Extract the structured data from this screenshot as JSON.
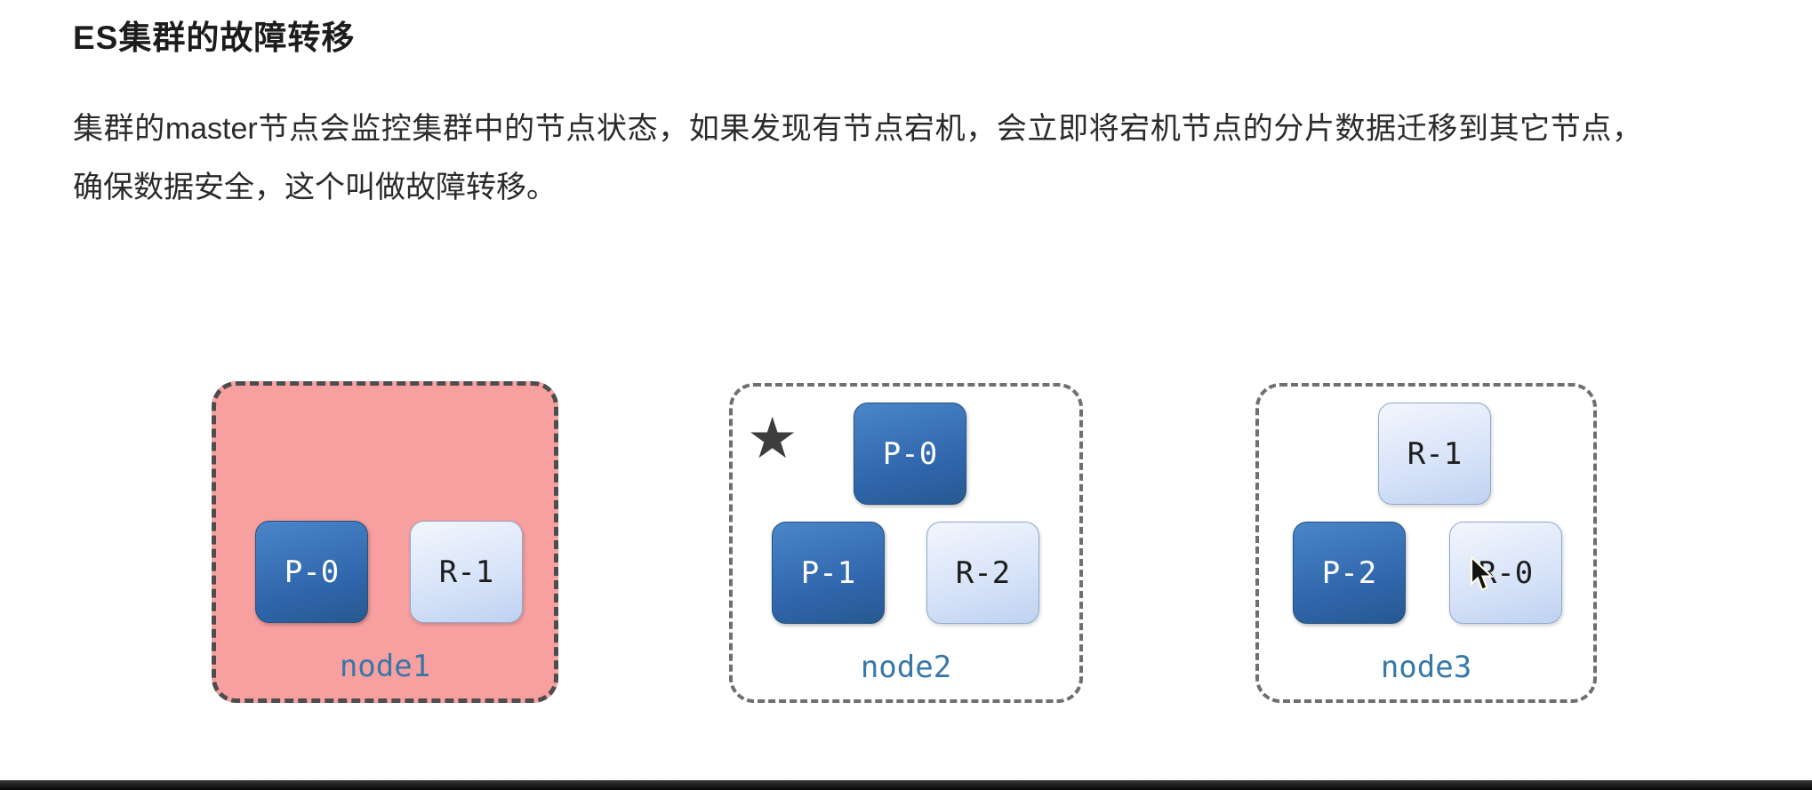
{
  "page": {
    "title": "ES集群的故障转移",
    "paragraph": "集群的master节点会监控集群中的节点状态，如果发现有节点宕机，会立即将宕机节点的分片数据迁移到其它节点，确保数据安全，这个叫做故障转移。"
  },
  "icons": {
    "master_star": "★",
    "mouse_cursor": "arrow-pointer"
  },
  "diagram": {
    "nodes": [
      {
        "label": "node1",
        "status": "down",
        "shards": {
          "left": {
            "label": "P-0",
            "type": "primary"
          },
          "right": {
            "label": "R-1",
            "type": "replica"
          }
        }
      },
      {
        "label": "node2",
        "status": "master",
        "shards": {
          "top": {
            "label": "P-0",
            "type": "primary"
          },
          "left": {
            "label": "P-1",
            "type": "primary"
          },
          "right": {
            "label": "R-2",
            "type": "replica"
          }
        }
      },
      {
        "label": "node3",
        "status": "normal",
        "shards": {
          "top": {
            "label": "R-1",
            "type": "replica"
          },
          "left": {
            "label": "P-2",
            "type": "primary"
          },
          "right": {
            "label": "R-0",
            "type": "replica"
          }
        }
      }
    ],
    "colors": {
      "primary_shard": "#2e66ad",
      "replica_shard": "#d6e2f8",
      "failed_node_bg": "#f89f9f",
      "node_label_text": "#3778a8",
      "shard_text_on_primary": "#ffffff"
    }
  }
}
